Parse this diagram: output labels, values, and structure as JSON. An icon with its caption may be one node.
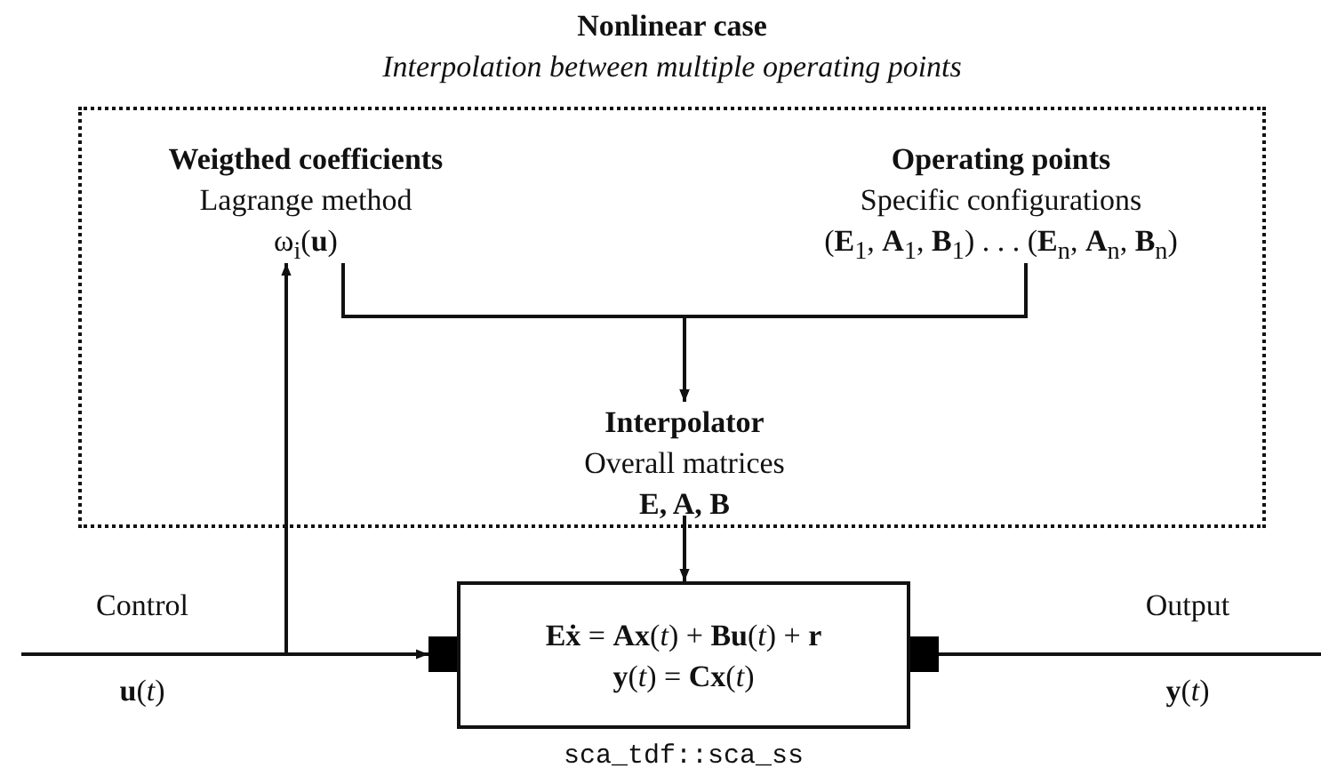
{
  "diagram": {
    "nodes": [
      {
        "text": [
          "Nonlinear case",
          "Interpolation between multiple operating points"
        ]
      },
      {
        "text": [
          "Weigthed coefficients",
          "Lagrange method",
          "ω$_{i}$(**u**)"
        ],
        "in": 0
      },
      {
        "text": [
          "Operating points",
          "Specific configurations",
          "(**E**$_{1}$, **A**$_{1}$, **B**$_{1}$) . . . (**E**$_{n}$, **A**$_{n}$, **B**$_{n}$)"
        ],
        "in": 0
      },
      {
        "text": [
          "Interpolator",
          "Overall matrices",
          "E, A, B"
        ],
        "in": 0
      },
      {
        "text": [
          "**Eẋ** = **Ax**(*t*) + **Bu**(*t*) + **r**",
          "**y**(*t*) = **Cx**(*t*)"
        ],
        "beside": [
          "sca_tdf::sca_ss"
        ]
      },
      {
        "text": [],
        "shape": "box"
      },
      {
        "text": [],
        "shape": "box"
      }
    ],
    "edges": [
      {
        "from": null,
        "to": 5,
        "arrow": "to"
      },
      {
        "from": null,
        "to": 1,
        "arrow": "to"
      },
      {
        "from": 1,
        "to": 3,
        "arrow": "to"
      },
      {
        "from": 2,
        "to": 3,
        "arrow": "to"
      },
      {
        "from": 3,
        "to": 4,
        "arrow": "to"
      },
      {
        "from": 6,
        "to": null,
        "arrow": "none"
      }
    ],
    "labels": [
      "Control",
      "**u**(*t*)",
      "Output",
      "**y**(*t*)"
    ]
  }
}
